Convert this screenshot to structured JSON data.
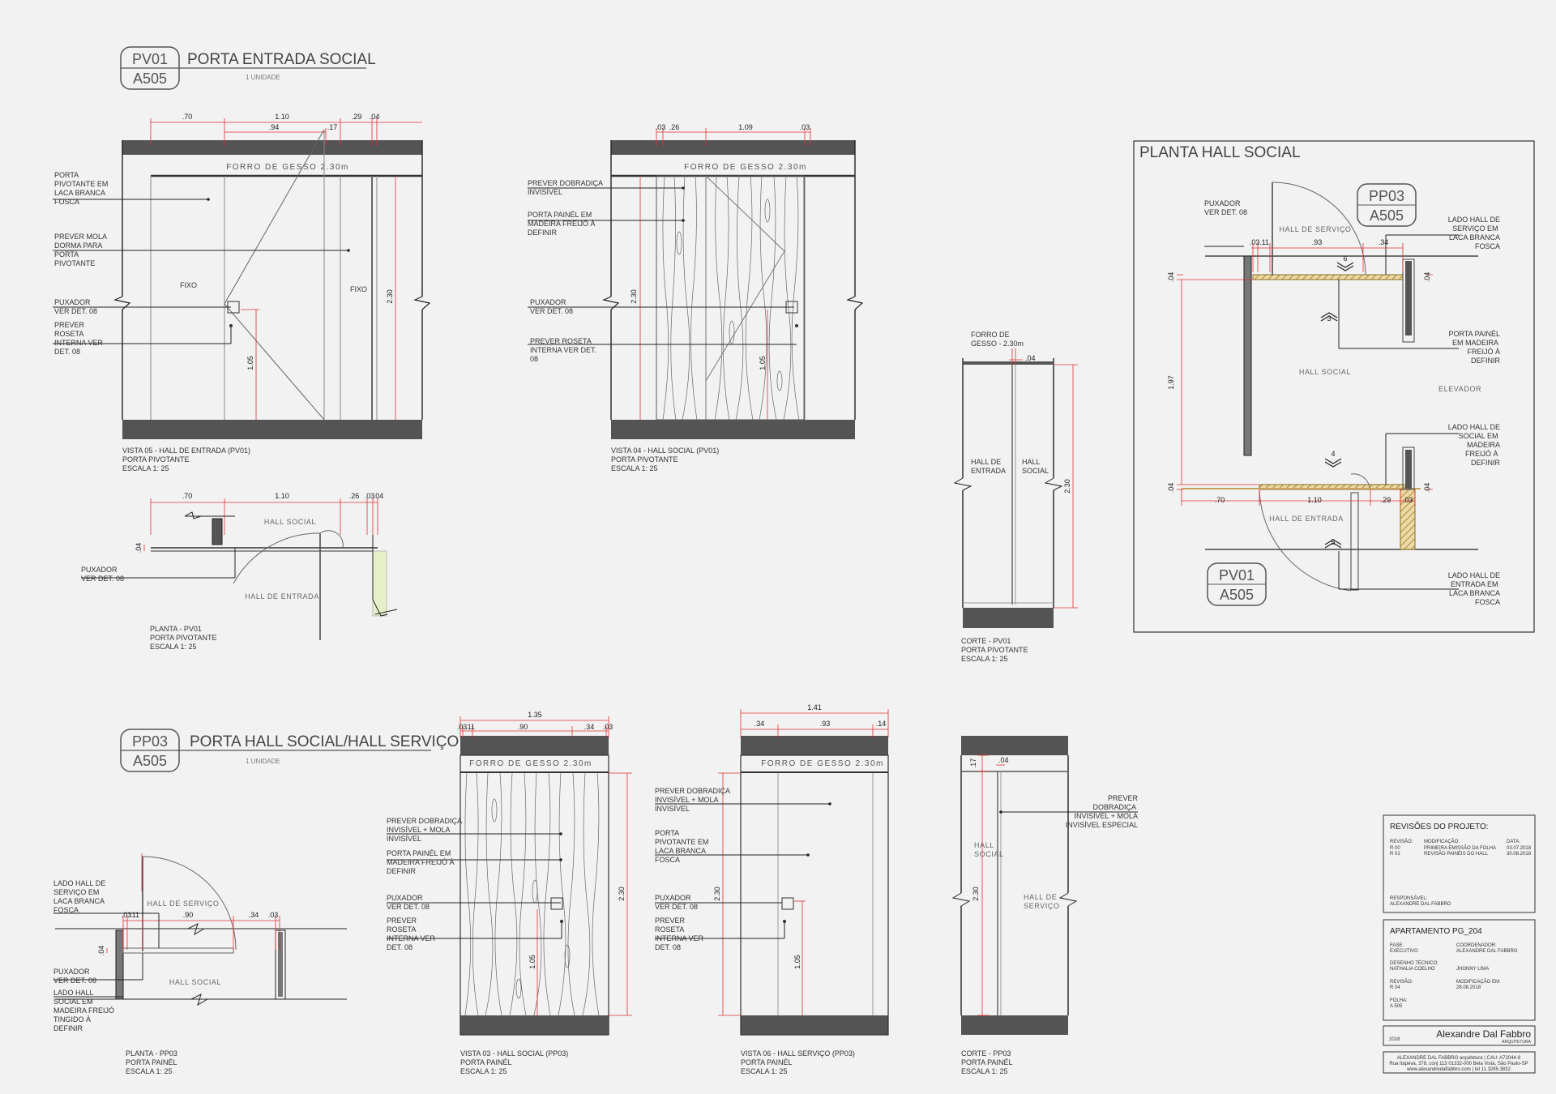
{
  "colors": {
    "background": "#f2f2f2",
    "slab": "#545454",
    "dim_red": "#e03030",
    "line": "#333333",
    "wood": "#c8a060",
    "green_fill": "#e6f0c8"
  },
  "sections": {
    "pv01": {
      "code": "PV01",
      "sheet": "A505",
      "title": "PORTA ENTRADA SOCIAL",
      "units": "1 UNIDADE"
    },
    "pp03": {
      "code": "PP03",
      "sheet": "A505",
      "title": "PORTA HALL SOCIAL/HALL SERVIÇO",
      "units": "1 UNIDADE"
    }
  },
  "vista05": {
    "forro": "FORRO DE GESSO 2.30m",
    "dims_top": [
      ".70",
      "1.10",
      ".94",
      ".17",
      ".29",
      ".04"
    ],
    "dim_height": "2.30",
    "dim_handle": "1.05",
    "fixo_left": "FIXO",
    "fixo_right": "FIXO",
    "notes": {
      "porta": [
        "PORTA",
        "PIVOTANTE EM",
        "LACA BRANCA",
        "FOSCA"
      ],
      "mola": [
        "PREVER MOLA",
        "DORMA PARA",
        "PORTA",
        "PIVOTANTE"
      ],
      "puxador": [
        "PUXADOR",
        "VER DET. 08"
      ],
      "roseta": [
        "PREVER",
        "ROSETA",
        "INTERNA VER",
        "DET. 08"
      ]
    },
    "caption": [
      "VISTA 05 - HALL DE ENTRADA (PV01)",
      "PORTA PIVOTANTE",
      "ESCALA 1: 25"
    ]
  },
  "vista04": {
    "forro": "FORRO DE GESSO 2.30m",
    "dims_top": [
      ".03",
      ".26",
      "1.09",
      ".03"
    ],
    "dim_height": "2.30",
    "dim_handle": "1.05",
    "notes": {
      "dobradica": [
        "PREVER DOBRADIÇA",
        "INVISÍVEL"
      ],
      "painel": [
        "PORTA PAINÉL EM",
        "MADEIRA FREIJÓ À",
        "DEFINIR"
      ],
      "puxador": [
        "PUXADOR",
        "VER DET. 08"
      ],
      "roseta": [
        "PREVER ROSETA",
        "INTERNA VER DET.",
        "08"
      ]
    },
    "caption": [
      "VISTA 04 - HALL SOCIAL (PV01)",
      "PORTA PIVOTANTE",
      "ESCALA 1: 25"
    ]
  },
  "planta_pv01": {
    "dims": [
      ".70",
      "1.10",
      ".26",
      ".03",
      ".04"
    ],
    "dim_side": ".04",
    "hall_social": "HALL SOCIAL",
    "hall_entrada": "HALL DE ENTRADA",
    "puxador": [
      "PUXADOR",
      "VER DET. 08"
    ],
    "caption": [
      "PLANTA - PV01",
      "PORTA PIVOTANTE",
      "ESCALA 1: 25"
    ]
  },
  "corte_pv01": {
    "forro": [
      "FORRO DE",
      "GESSO - 2.30m"
    ],
    "dim_top": ".04",
    "dim_height": "2.30",
    "hall_entrada": [
      "HALL DE",
      "ENTRADA"
    ],
    "hall_social": [
      "HALL",
      "SOCIAL"
    ],
    "caption": [
      "CORTE - PV01",
      "PORTA PIVOTANTE",
      "ESCALA 1: 25"
    ]
  },
  "planta_hall": {
    "title": "PLANTA HALL SOCIAL",
    "tag_pp03": {
      "code": "PP03",
      "sheet": "A505"
    },
    "tag_pv01": {
      "code": "PV01",
      "sheet": "A505"
    },
    "puxador": [
      "PUXADOR",
      "VER DET. 08"
    ],
    "hall_servico": "HALL DE SERVIÇO",
    "hall_social": "HALL SOCIAL",
    "hall_entrada": "HALL DE ENTRADA",
    "elevador": "ELEVADOR",
    "dims_top": [
      ".03",
      ".11",
      ".93",
      ".34"
    ],
    "dims_bottom": [
      ".70",
      "1.10",
      ".29",
      ".03"
    ],
    "dim_left": "1.97",
    "dim_wall": ".04",
    "view_marks": [
      "6",
      "3",
      "4",
      "5"
    ],
    "notes": {
      "servico": [
        "LADO HALL DE",
        "SERVIÇO EM",
        "LACA BRANCA",
        "FOSCA"
      ],
      "painel": [
        "PORTA PAINÉL",
        "EM MADEIRA",
        "FREIJÓ À",
        "DEFINIR"
      ],
      "social": [
        "LADO HALL DE",
        "SOCIAL EM",
        "MADEIRA",
        "FREIJÓ À",
        "DEFINIR"
      ],
      "entrada": [
        "LADO HALL DE",
        "ENTRADA EM",
        "LACA BRANCA",
        "FOSCA"
      ]
    }
  },
  "planta_pp03": {
    "dims": [
      ".03",
      ".11",
      ".90",
      ".34",
      ".03"
    ],
    "dim_side": ".04",
    "hall_servico": "HALL DE SERVIÇO",
    "hall_social": "HALL SOCIAL",
    "notes": {
      "servico": [
        "LADO HALL DE",
        "SERVIÇO EM",
        "LACA BRANCA",
        "FOSCA"
      ],
      "puxador": [
        "PUXADOR",
        "VER DET. 08"
      ],
      "social": [
        "LADO HALL",
        "SOCIAL EM",
        "MADEIRA FREIJÓ",
        "TINGIDO À",
        "DEFINIR"
      ]
    },
    "caption": [
      "PLANTA - PP03",
      "PORTA PAINÉL",
      "ESCALA 1: 25"
    ]
  },
  "vista03": {
    "forro": "FORRO DE GESSO 2.30m",
    "dim_total": "1.35",
    "dims_top": [
      ".03",
      ".11",
      ".90",
      ".34",
      ".03"
    ],
    "dim_height": "2.30",
    "dim_handle": "1.05",
    "notes": {
      "dobradica": [
        "PREVER DOBRADIÇA",
        "INVISÍVEL + MOLA",
        "INVISÍVEL"
      ],
      "painel": [
        "PORTA PAINÉL EM",
        "MADEIRA FREIJÓ À",
        "DEFINIR"
      ],
      "puxador": [
        "PUXADOR",
        "VER DET. 08"
      ],
      "roseta": [
        "PREVER",
        "ROSETA",
        "INTERNA VER",
        "DET. 08"
      ]
    },
    "caption": [
      "VISTA 03 - HALL SOCIAL (PP03)",
      "PORTA PAINÉL",
      "ESCALA 1: 25"
    ]
  },
  "vista06": {
    "forro": "FORRO DE GESSO 2.30m",
    "dim_total": "1.41",
    "dims_top": [
      ".34",
      ".93",
      ".14"
    ],
    "dim_height": "2.30",
    "dim_handle": "1.05",
    "notes": {
      "dobradica": [
        "PREVER DOBRADIÇA",
        "INVISÍVEL + MOLA",
        "INVISÍVEL"
      ],
      "porta": [
        "PORTA",
        "PIVOTANTE EM",
        "LACA BRANCA",
        "FOSCA"
      ],
      "puxador": [
        "PUXADOR",
        "VER DET. 08"
      ],
      "roseta": [
        "PREVER",
        "ROSETA",
        "INTERNA VER",
        "DET. 08"
      ]
    },
    "caption": [
      "VISTA 06 - HALL SERVIÇO (PP03)",
      "PORTA PAINÉL",
      "ESCALA 1: 25"
    ]
  },
  "corte_pp03": {
    "dim_a": ".17",
    "dim_b": ".04",
    "dim_height": "2.30",
    "hall_social": [
      "HALL",
      "SOCIAL"
    ],
    "hall_servico": [
      "HALL DE",
      "SERVIÇO"
    ],
    "note": [
      "PREVER",
      "DOBRADIÇA",
      "INVISÍVEL + MOLA",
      "INVISÍVEL ESPECIAL"
    ],
    "caption": [
      "CORTE - PP03",
      "PORTA PAINÉL",
      "ESCALA 1: 25"
    ]
  },
  "title_block": {
    "rev_title": "REVISÕES DO PROJETO:",
    "rev_headers": [
      "REVISÃO:",
      "MODIFICAÇÃO:",
      "DATA:"
    ],
    "rev_rows": [
      [
        "R 00",
        "PRIMEIRA EMISSÃO DA FOLHA",
        "03.07.2018"
      ],
      [
        "R 01",
        "REVISÃO PAINÉIS DO HALL",
        "30.08.2018"
      ]
    ],
    "responsavel_label": "RESPONSÁVEL:",
    "responsavel": "ALEXANDRE DAL FABBRO",
    "project": "APARTAMENTO PG_204",
    "fase_label": "FASE:",
    "fase": "EXECUTIVO",
    "coord_label": "COORDENADOR:",
    "coord": "ALEXANDRE DAL FABBRO",
    "desenho_label": "DESENHO TÉCNICO:",
    "desenho_1": "NATHALIA COELHO",
    "desenho_2": "JHONNY LIMA",
    "revisao_label": "REVISÃO:",
    "revisao": "R 04",
    "modif_label": "MODIFICAÇÃO EM:",
    "modif": "28.08.2018",
    "folha_label": "FOLHA:",
    "folha": "A 505",
    "year": "2018",
    "brand": "Alexandre Dal Fabbro",
    "brand_sub": "ARQUITETURA",
    "footer": [
      "ALEXANDRE DAL FABBRO arquitetura | CAU: A72044-8",
      "Rua Itapeva, 378, conj 113 01332-000 Bela Vista, São Paulo-SP",
      "www.alexandredalfabbro.com | tel 11.3285.3832"
    ]
  }
}
